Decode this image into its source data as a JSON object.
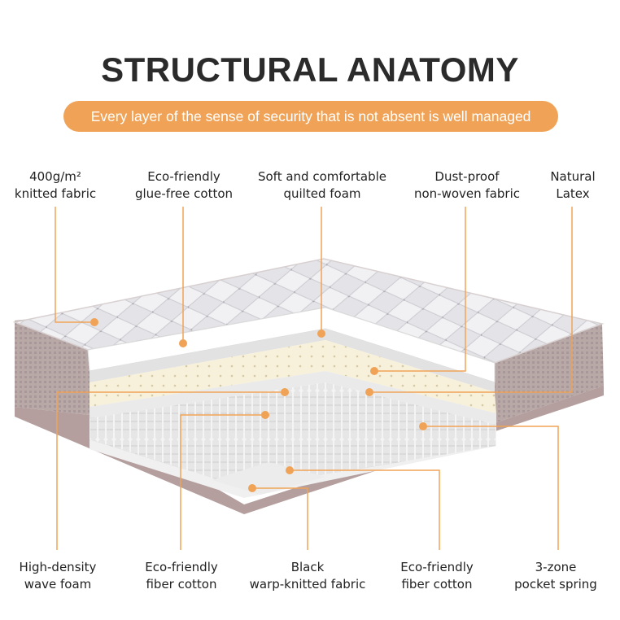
{
  "title": "STRUCTURAL ANATOMY",
  "subtitle": "Every layer of the sense of security that is not absent is well managed",
  "colors": {
    "accent": "#f0a357",
    "callout": "#f0a357",
    "title": "#2b2b2b"
  },
  "top_labels": [
    "400g/m²\nknitted fabric",
    "Eco-friendly\nglue-free cotton",
    "Soft and comfortable\nquilted foam",
    "Dust-proof\nnon-woven fabric",
    "Natural\nLatex"
  ],
  "bottom_labels": [
    "High-density\nwave foam",
    "Eco-friendly\nfiber cotton",
    "Black\nwarp-knitted fabric",
    "Eco-friendly\nfiber cotton",
    "3-zone\npocket spring"
  ]
}
